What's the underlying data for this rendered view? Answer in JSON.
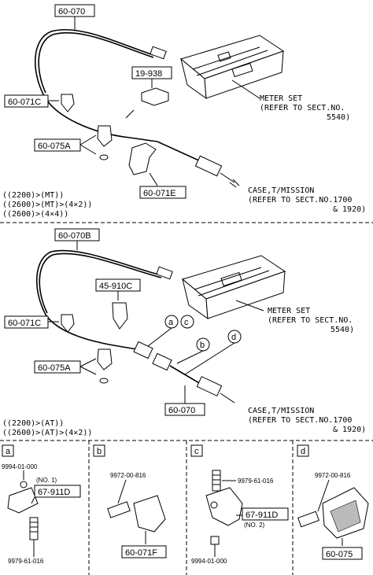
{
  "diagram": {
    "top_section": {
      "cable_part": "60-070",
      "clip_part": "60-071C",
      "bracket_part": "19-938",
      "clamp_part": "60-075A",
      "bracket2_part": "60-071E",
      "meter_label_1": "METER SET",
      "meter_label_2": "(REFER TO SECT.NO.",
      "meter_label_3": "5540)",
      "case_label_1": "CASE,T/MISSION",
      "case_label_2": "(REFER TO SECT.NO.1700",
      "case_label_3": "& 1920)",
      "application_1": "((2200)>(MT))",
      "application_2": "((2600)>(MT)>(4×2))",
      "application_3": "((2600)>(4×4))"
    },
    "bottom_section": {
      "cable_part": "60-070B",
      "clip_part": "60-071C",
      "holder_part": "45-910C",
      "clamp_part": "60-075A",
      "lower_cable_part": "60-070",
      "callout_a": "a",
      "callout_b": "b",
      "callout_c": "c",
      "callout_d": "d",
      "meter_label_1": "METER SET",
      "meter_label_2": "(REFER TO SECT.NO.",
      "meter_label_3": "5540)",
      "case_label_1": "CASE,T/MISSION",
      "case_label_2": "(REFER TO SECT.NO.1700",
      "case_label_3": "& 1920)",
      "application_1": "((2200)>(AT))",
      "application_2": "((2600)>(AT)>(4×2))"
    },
    "detail_a": {
      "letter": "a",
      "part_top": "9994-01-000",
      "note": "(NO. 1)",
      "part_box": "67-911D",
      "part_bottom": "9979-61-016"
    },
    "detail_b": {
      "letter": "b",
      "part_top": "9972-00-816",
      "part_box": "60-071F"
    },
    "detail_c": {
      "letter": "c",
      "part_top": "9979-61-016",
      "part_box": "67-911D",
      "note": "(NO. 2)",
      "part_bottom": "9994-01-000"
    },
    "detail_d": {
      "letter": "d",
      "part_top": "9972-00-816",
      "part_box": "60-075"
    }
  }
}
